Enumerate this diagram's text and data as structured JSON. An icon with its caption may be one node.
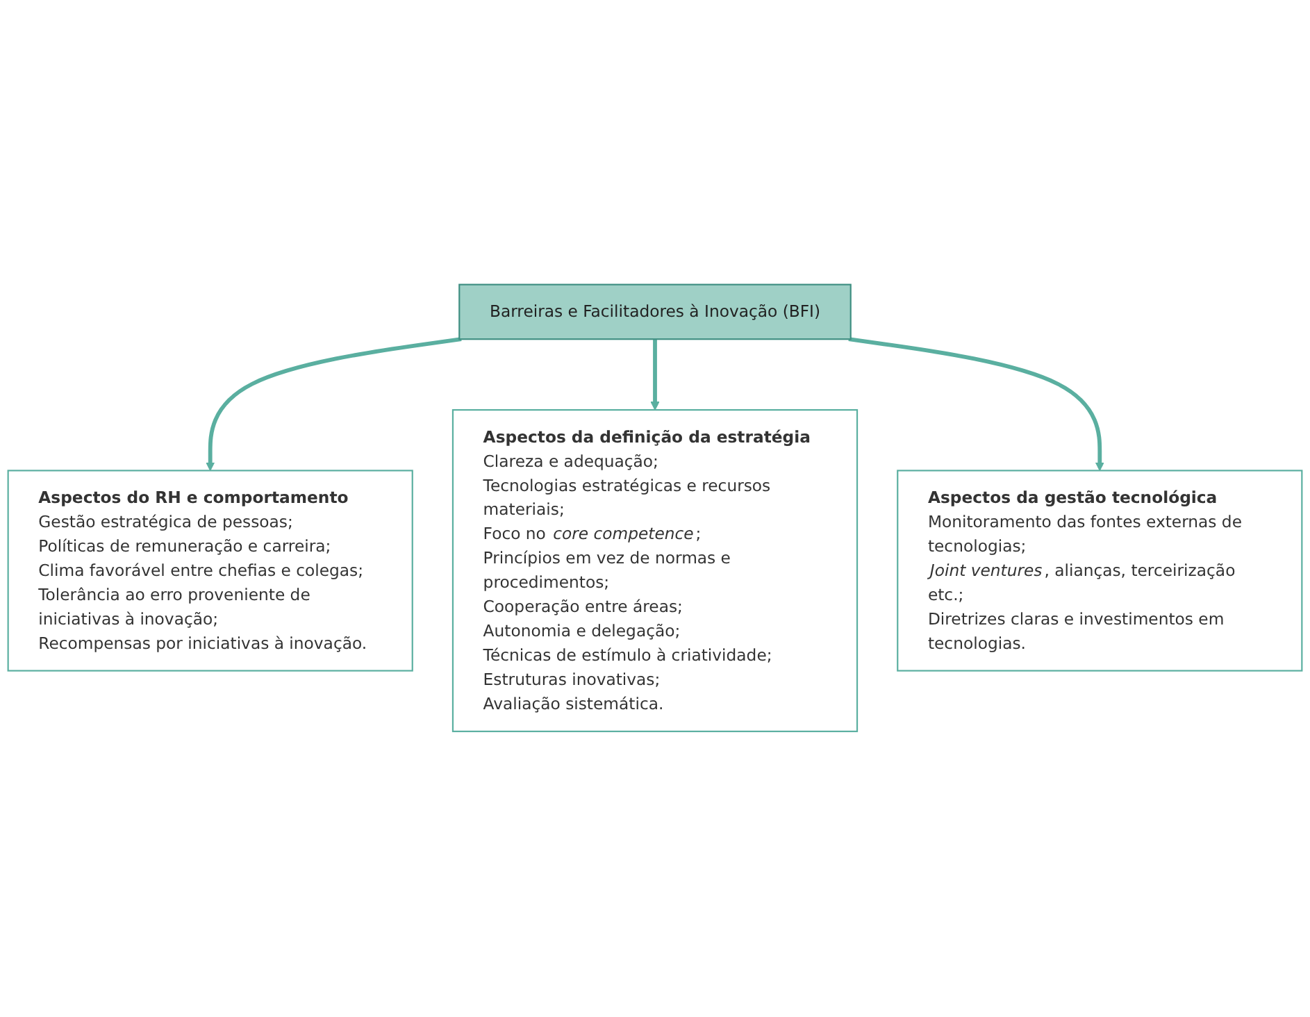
{
  "diagram": {
    "nodes": [
      {
        "text": [
          "Aspectos do RH e comportamento",
          "Gestão estratégica de pessoas;",
          "Políticas de remuneração e carreira;",
          "Clima favorável entre chefias e colegas;",
          "Tolerância ao erro proveniente de iniciativas à inovação;",
          "Recompensas por iniciativas à inovação."
        ]
      },
      {
        "text": [
          "Aspectos da definição da estratégia",
          "Clareza e adequação;",
          "Tecnologias estratégicas e recursos materiais;",
          "Foco no *core competence*;",
          "Princípios em vez de normas e procedimentos;",
          "Cooperação entre áreas;",
          "Autonomia e delegação;",
          "Técnicas de estímulo à criatividade;",
          "Estruturas inovativas;",
          "Avaliação sistemática."
        ]
      },
      {
        "text": [
          "Barreiras e Facilitadores à Inovação (BFI)"
        ]
      },
      {
        "text": [
          "Aspectos da gestão tecnológica",
          "Monitoramento das fontes externas de tecnologias;",
          "*Joint ventures*, alianças, terceirização etc.;",
          "Diretrizes claras e investimentos em tecnologias."
        ]
      }
    ],
    "edges": [
      {
        "from": 2,
        "to": 0,
        "arrow": "to"
      },
      {
        "from": 2,
        "to": 1,
        "arrow": "to"
      },
      {
        "from": 2,
        "to": 3,
        "arrow": "to"
      }
    ]
  }
}
